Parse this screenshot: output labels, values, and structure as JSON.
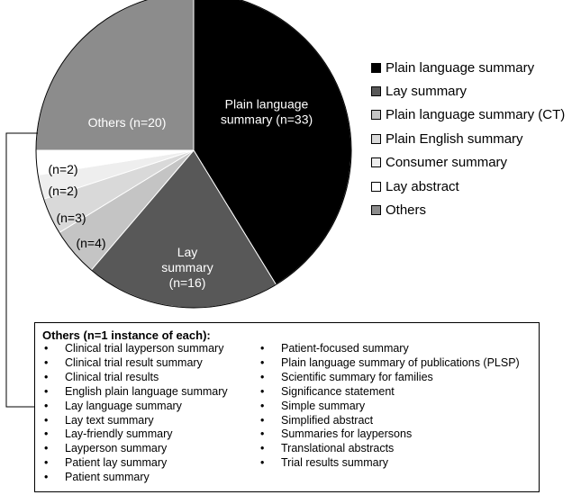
{
  "chart_data": {
    "type": "pie",
    "slices": [
      {
        "label": "Plain language summary (n=33)",
        "value": 33,
        "color": "#000000",
        "text_color": "#ffffff"
      },
      {
        "label": "Lay summary (n=16)",
        "value": 16,
        "color": "#585858",
        "text_color": "#ffffff"
      },
      {
        "label": "(n=4)",
        "value": 4,
        "color": "#c4c4c4",
        "text_color": "#000000"
      },
      {
        "label": "(n=3)",
        "value": 3,
        "color": "#d9d9d9",
        "text_color": "#000000"
      },
      {
        "label": "(n=2)",
        "value": 2,
        "color": "#eeeeee",
        "text_color": "#000000"
      },
      {
        "label": "(n=2)",
        "value": 2,
        "color": "#ffffff",
        "text_color": "#000000"
      },
      {
        "label": "Others (n=20)",
        "value": 20,
        "color": "#8c8c8c",
        "text_color": "#ffffff"
      }
    ],
    "legend": {
      "placement": "right",
      "items": [
        {
          "label": "Plain language summary",
          "color": "#000000"
        },
        {
          "label": "Lay summary",
          "color": "#585858"
        },
        {
          "label": "Plain language summary (CT)",
          "color": "#c4c4c4"
        },
        {
          "label": "Plain English summary",
          "color": "#d9d9d9"
        },
        {
          "label": "Consumer summary",
          "color": "#eeeeee"
        },
        {
          "label": "Lay abstract",
          "color": "#ffffff"
        },
        {
          "label": "Others",
          "color": "#8c8c8c"
        }
      ]
    },
    "title": ""
  },
  "others_box": {
    "title": "Others (n=1 instance of each):",
    "left_items": [
      "Clinical trial layperson summary",
      "Clinical trial result summary",
      "Clinical trial results",
      "English plain language summary",
      "Lay language summary",
      "Lay text summary",
      "Lay-friendly summary",
      "Layperson summary",
      "Patient lay summary",
      "Patient summary"
    ],
    "right_items": [
      "Patient-focused summary",
      "Plain language summary of publications (PLSP)",
      "Scientific summary for families",
      "Significance statement",
      "Simple summary",
      "Simplified abstract",
      "Summaries for laypersons",
      "Translational abstracts",
      "Trial results summary"
    ]
  }
}
